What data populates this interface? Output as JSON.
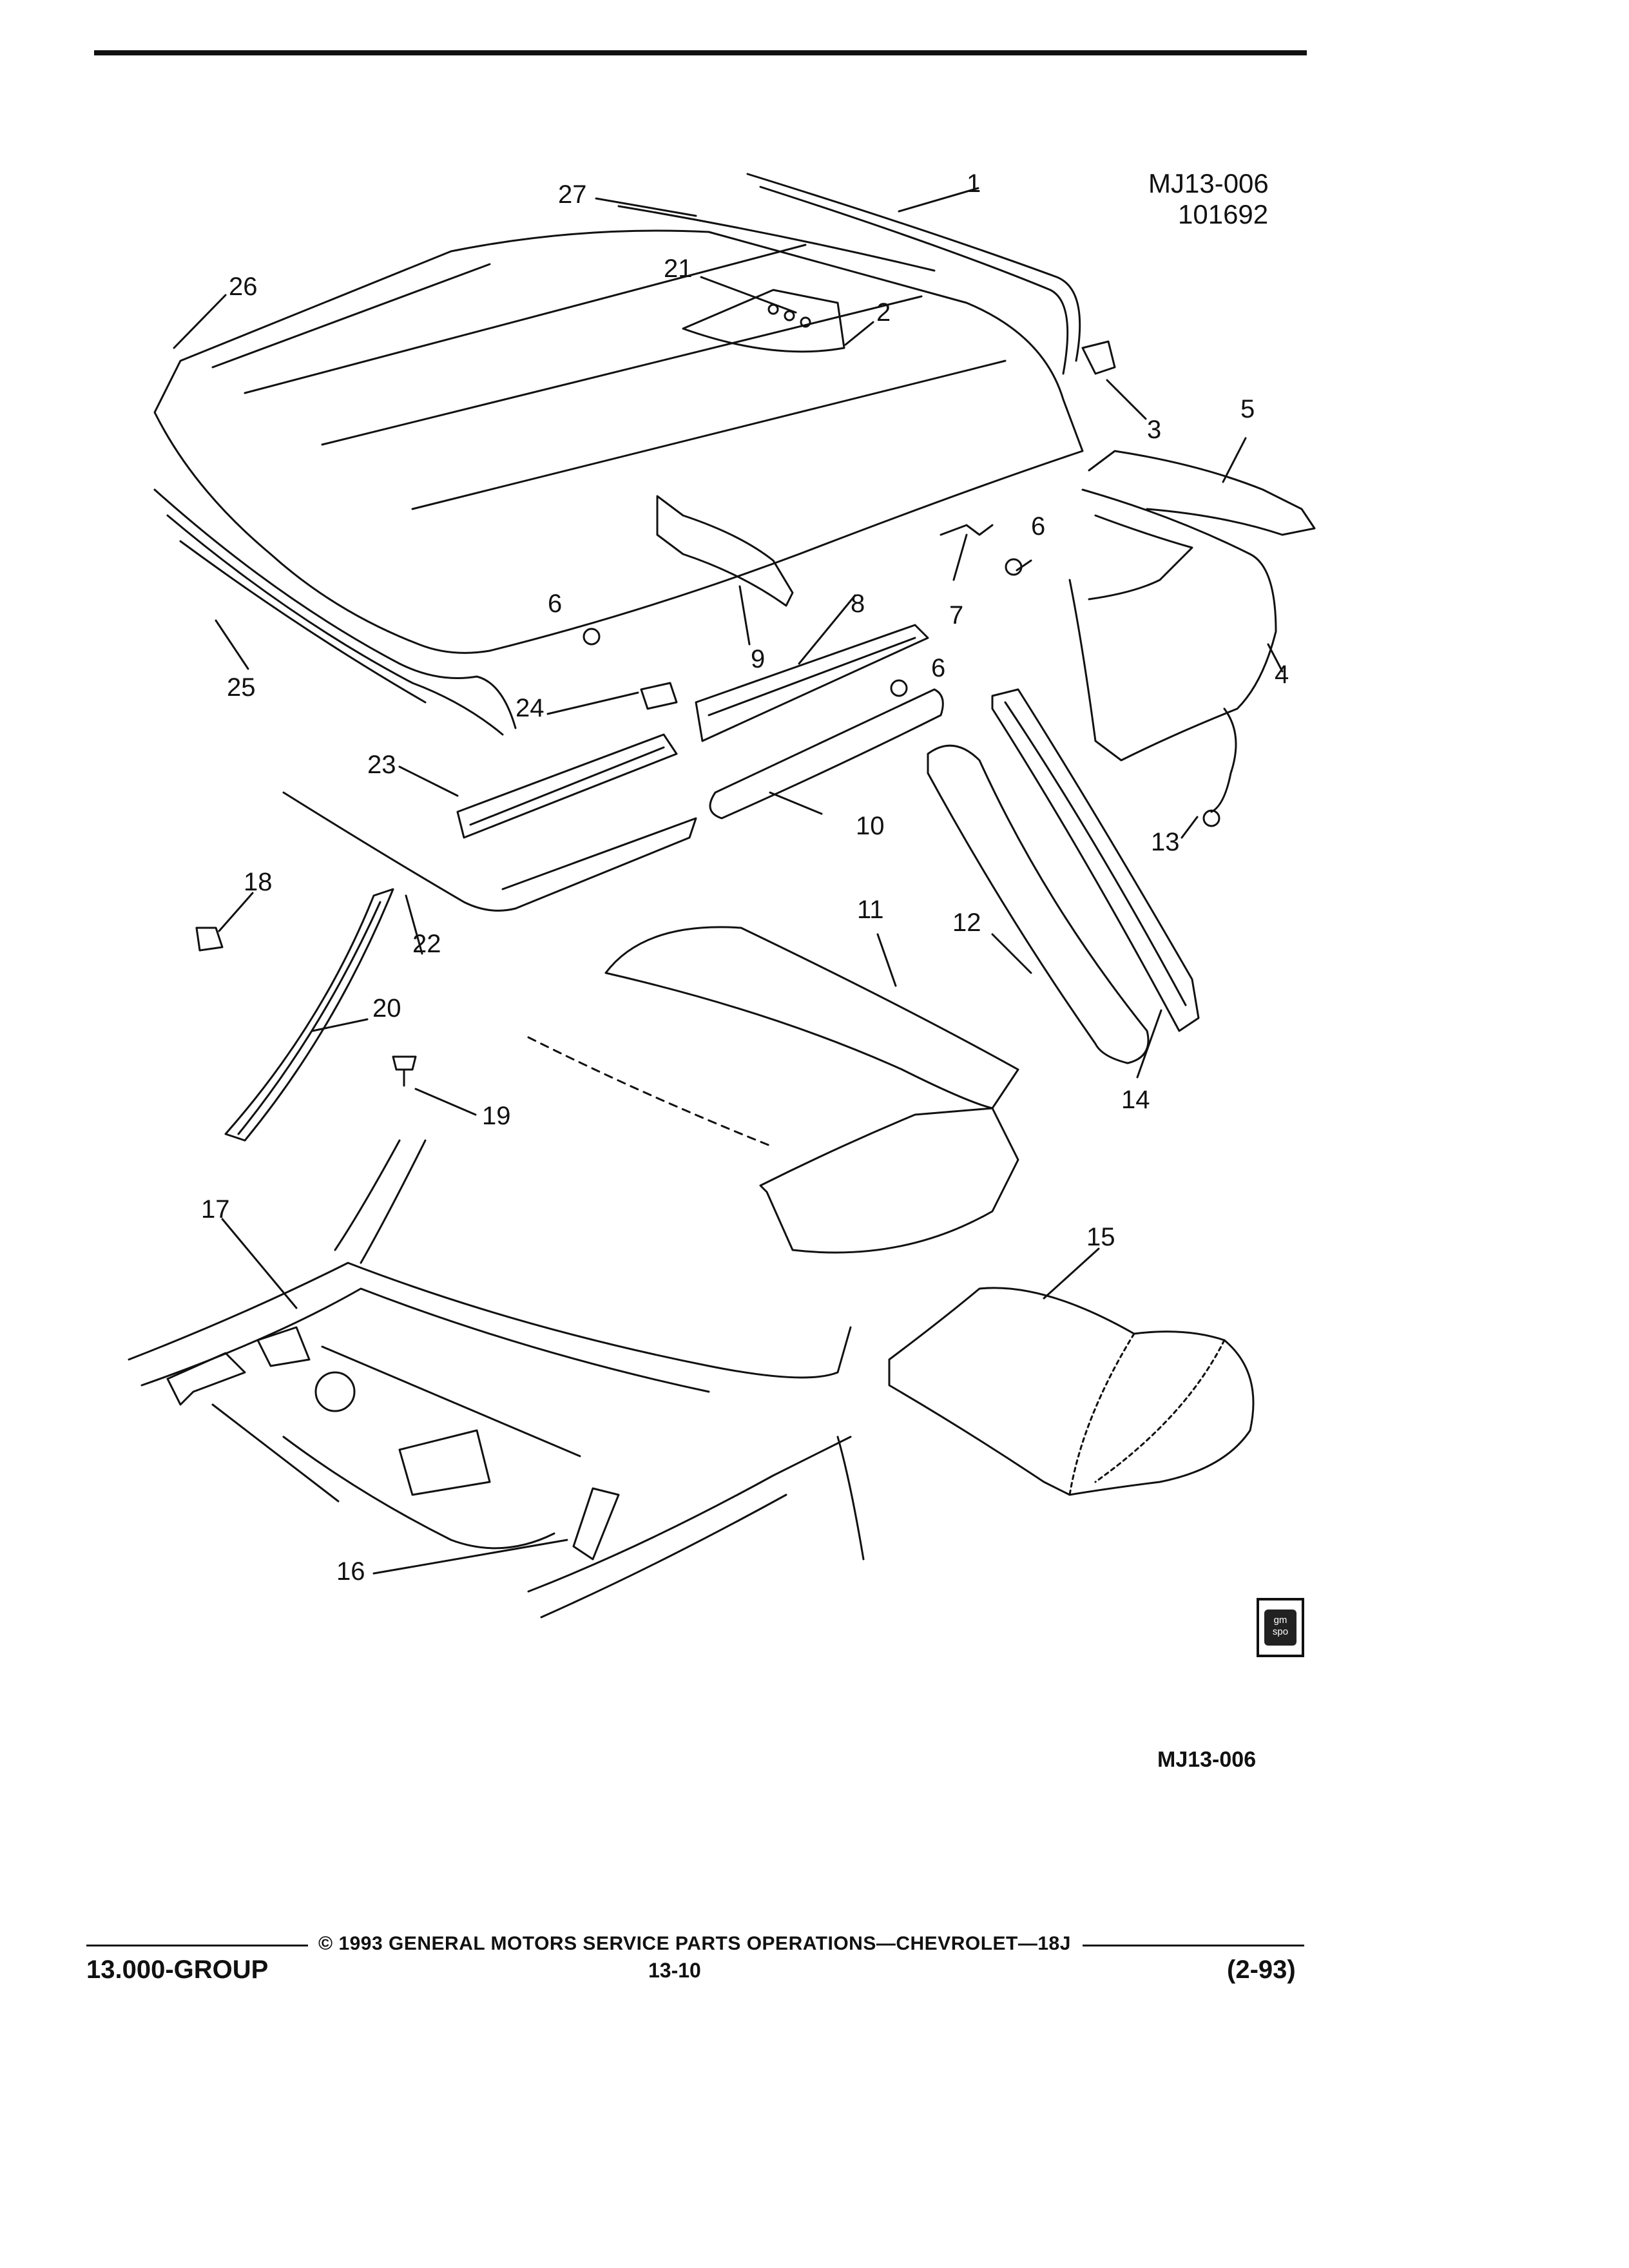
{
  "header": {
    "figure_code": "MJ13-006",
    "date_code": "101692"
  },
  "callouts": [
    "1",
    "2",
    "3",
    "4",
    "5",
    "6",
    "6",
    "6",
    "7",
    "8",
    "9",
    "10",
    "11",
    "12",
    "13",
    "14",
    "15",
    "16",
    "17",
    "18",
    "19",
    "20",
    "21",
    "22",
    "23",
    "24",
    "25",
    "26",
    "27"
  ],
  "figure_label": "MJ13-006",
  "logo": {
    "line1": "gm",
    "line2": "spo"
  },
  "footer": {
    "copyright": "© 1993 GENERAL MOTORS SERVICE PARTS OPERATIONS—CHEVROLET—18J",
    "group": "13.000-GROUP",
    "page": "13-10",
    "revision": "(2-93)"
  }
}
